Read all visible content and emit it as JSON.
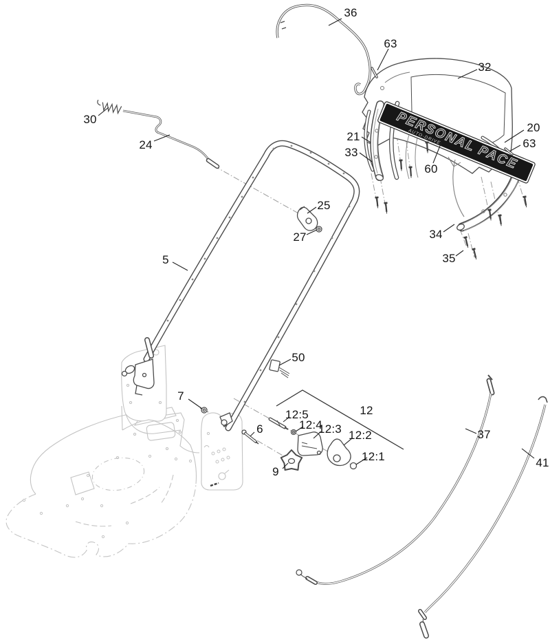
{
  "figure": {
    "type": "exploded-parts-diagram",
    "subject": "Walk-behind mower handle assembly",
    "badge": {
      "text": "PERSONAL PACE",
      "subtext": "AUTO-DRIVE"
    }
  },
  "colors": {
    "background": "#ffffff",
    "line_art": "#4a4a4a",
    "phantom_parts": "#c3c3c3",
    "callout_text": "#141414",
    "badge_background": "#171717",
    "badge_text": "#f2f2f2"
  },
  "callouts": [
    {
      "id": "36",
      "label": "36"
    },
    {
      "id": "63a",
      "label": "63"
    },
    {
      "id": "32",
      "label": "32"
    },
    {
      "id": "30",
      "label": "30"
    },
    {
      "id": "24",
      "label": "24"
    },
    {
      "id": "21",
      "label": "21"
    },
    {
      "id": "33",
      "label": "33"
    },
    {
      "id": "20",
      "label": "20"
    },
    {
      "id": "63b",
      "label": "63"
    },
    {
      "id": "60",
      "label": "60"
    },
    {
      "id": "25",
      "label": "25"
    },
    {
      "id": "27",
      "label": "27"
    },
    {
      "id": "34",
      "label": "34"
    },
    {
      "id": "35",
      "label": "35"
    },
    {
      "id": "5",
      "label": "5"
    },
    {
      "id": "50",
      "label": "50"
    },
    {
      "id": "7",
      "label": "7"
    },
    {
      "id": "12",
      "label": "12"
    },
    {
      "id": "12-5",
      "label": "12:5"
    },
    {
      "id": "12-4",
      "label": "12:4"
    },
    {
      "id": "6",
      "label": "6"
    },
    {
      "id": "12-3",
      "label": "12:3"
    },
    {
      "id": "12-2",
      "label": "12:2"
    },
    {
      "id": "12-1",
      "label": "12:1"
    },
    {
      "id": "9",
      "label": "9"
    },
    {
      "id": "37",
      "label": "37"
    },
    {
      "id": "41",
      "label": "41"
    }
  ]
}
